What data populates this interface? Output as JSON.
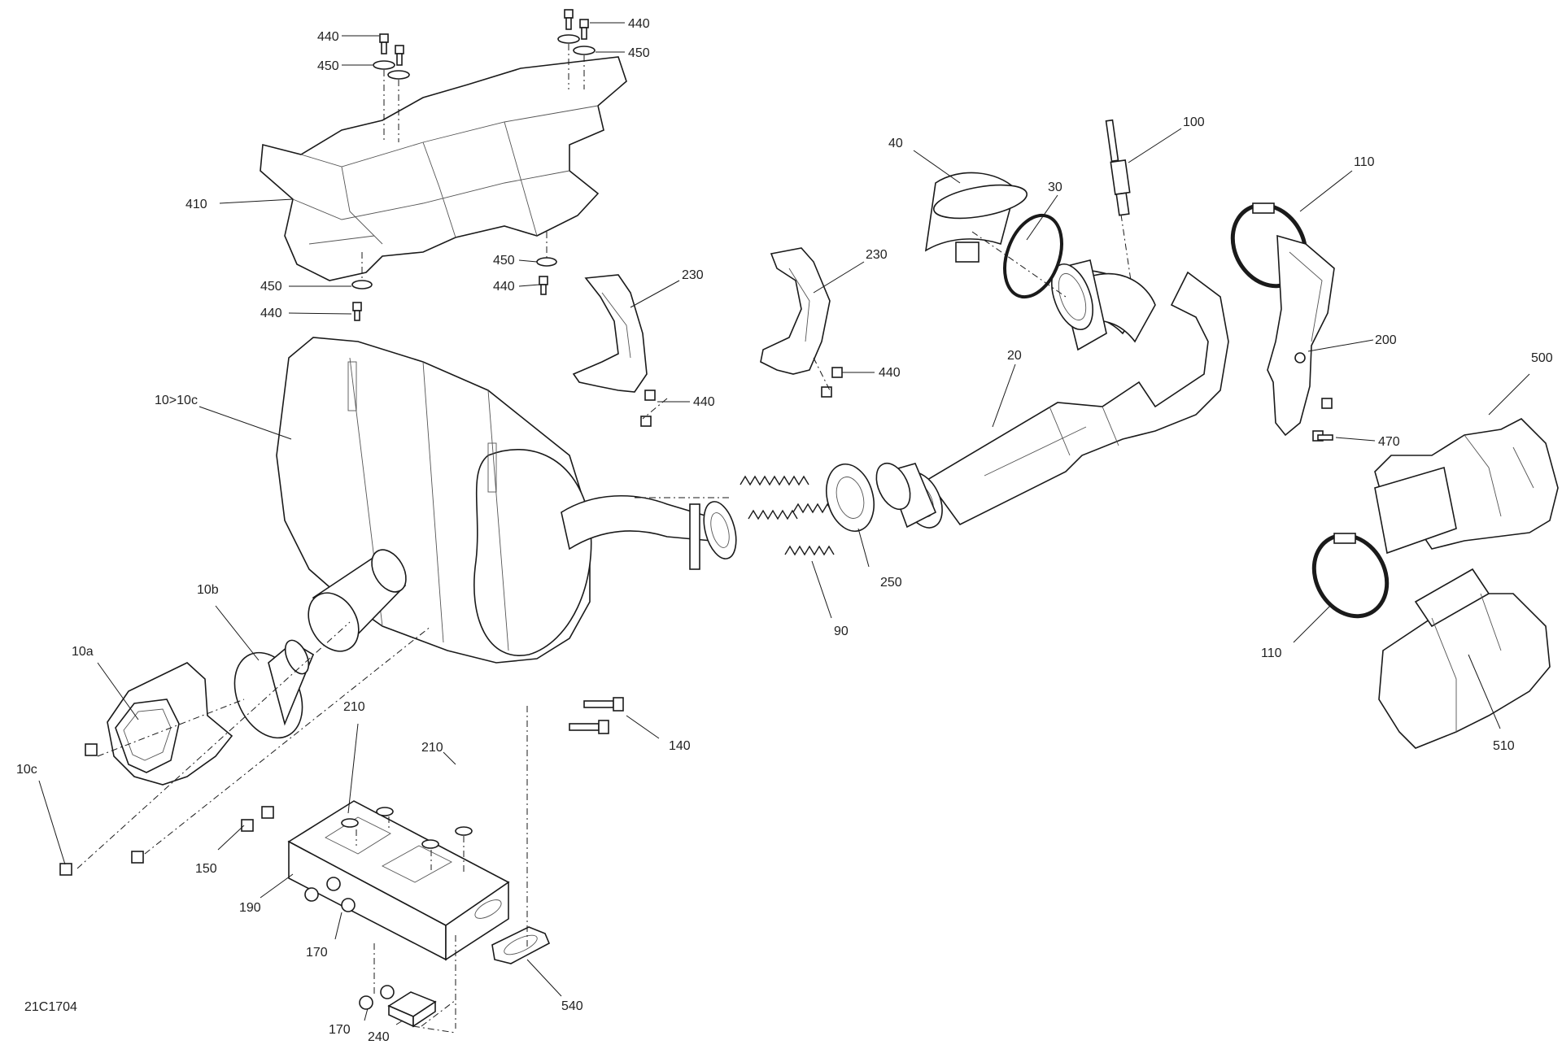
{
  "diagram": {
    "drawing_number": "21C1704",
    "callouts": {
      "c440_top_left": "440",
      "c450_top_left": "450",
      "c440_top_right": "440",
      "c450_top_right": "450",
      "c410": "410",
      "c450_mid": "450",
      "c440_mid": "440",
      "c450_left": "450",
      "c440_left": "440",
      "c230_left": "230",
      "c440_230_left": "440",
      "c230_right": "230",
      "c440_230_right": "440",
      "c40": "40",
      "c30": "30",
      "c100": "100",
      "c110_top": "110",
      "c200": "200",
      "c470": "470",
      "c500": "500",
      "c20": "20",
      "c10_10c": "10>10c",
      "c10b": "10b",
      "c10a": "10a",
      "c10c": "10c",
      "c250": "250",
      "c90": "90",
      "c110_bottom": "110",
      "c510": "510",
      "c140": "140",
      "c210_a": "210",
      "c210_b": "210",
      "c150": "150",
      "c190": "190",
      "c170_a": "170",
      "c170_b": "170",
      "c240": "240",
      "c540": "540"
    }
  }
}
